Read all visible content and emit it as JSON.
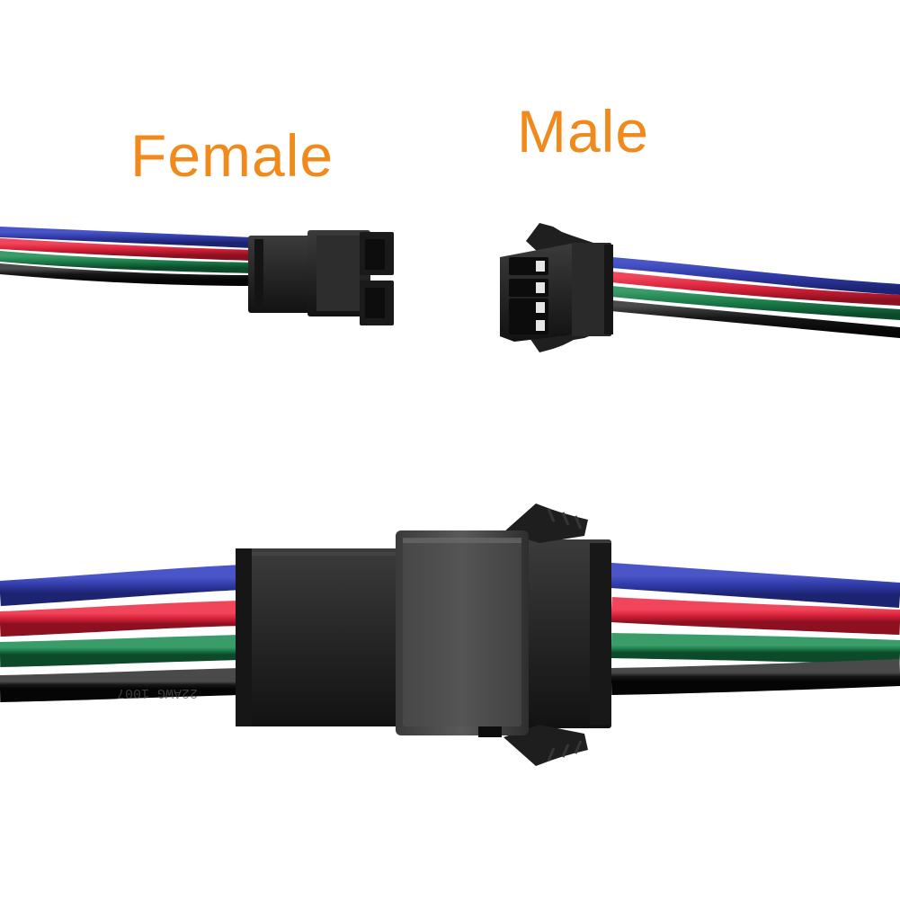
{
  "labels": {
    "female": "Female",
    "male": "Male"
  },
  "colors": {
    "label": "#f18a1c",
    "background": "#ffffff",
    "housing": "#1e1e1e",
    "housing_light": "#3a3a3a",
    "wire_blue": "#2f3aa6",
    "wire_red": "#d42038",
    "wire_green": "#1a7a48",
    "wire_black": "#121212"
  },
  "wires": {
    "count": 4,
    "order": [
      "blue",
      "red",
      "green",
      "black"
    ]
  },
  "cable_print": "22AWG 1007"
}
